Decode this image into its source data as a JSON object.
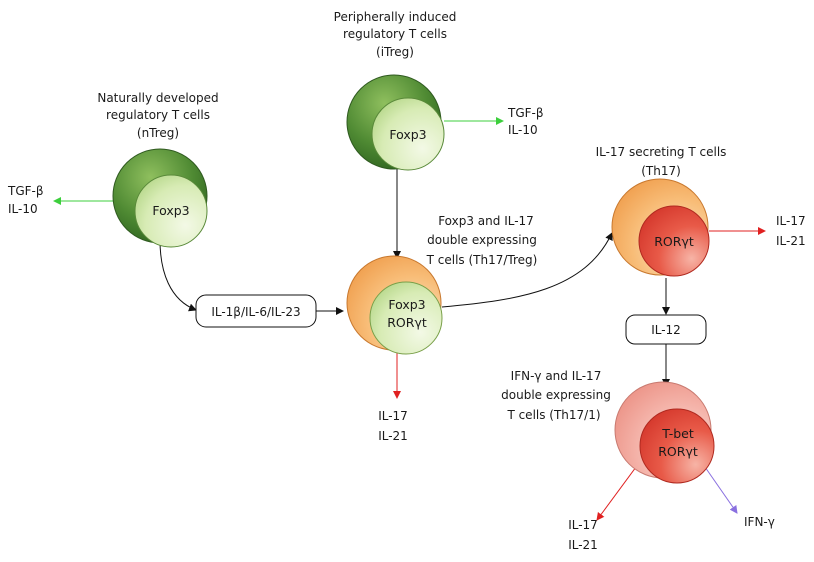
{
  "labels": {
    "itreg": [
      "Peripherally induced",
      "regulatory T cells",
      "(iTreg)"
    ],
    "ntreg": [
      "Naturally developed",
      "regulatory T cells",
      "(nTreg)"
    ],
    "th17": [
      "IL-17 secreting T cells",
      "(Th17)"
    ],
    "th17treg": [
      "Foxp3 and IL-17",
      "double expressing",
      "T cells (Th17/Treg)"
    ],
    "th17_1": [
      "IFN-γ and IL-17",
      "double expressing",
      "T cells (Th17/1)"
    ]
  },
  "cells": {
    "itreg": [
      "Foxp3"
    ],
    "ntreg": [
      "Foxp3"
    ],
    "th17treg": [
      "Foxp3",
      "RORγt"
    ],
    "th17": [
      "RORγt"
    ],
    "th17_1": [
      "T-bet",
      "RORγt"
    ]
  },
  "boxes": {
    "cytokines_il1": "IL-1β/IL-6/IL-23",
    "cytokine_il12": "IL-12"
  },
  "outputs": {
    "itreg": [
      "TGF-β",
      "IL-10"
    ],
    "ntreg": [
      "TGF-β",
      "IL-10"
    ],
    "th17treg": [
      "IL-17",
      "IL-21"
    ],
    "th17": [
      "IL-17",
      "IL-21"
    ],
    "th17_1_left": [
      "IL-17",
      "IL-21"
    ],
    "th17_1_right": [
      "IFN-γ"
    ]
  },
  "colors": {
    "treg_outer": "#3f7d2c",
    "treg_inner": "#d9ecb8",
    "orange_outer": "#f4a85a",
    "orange_inner": "#cfe6a6",
    "red_inner": "#e0453a",
    "pink_outer": "#eea39a",
    "green_arrow": "#3ccf3c",
    "red_arrow": "#e02020",
    "purple_arrow": "#8a70e0"
  }
}
